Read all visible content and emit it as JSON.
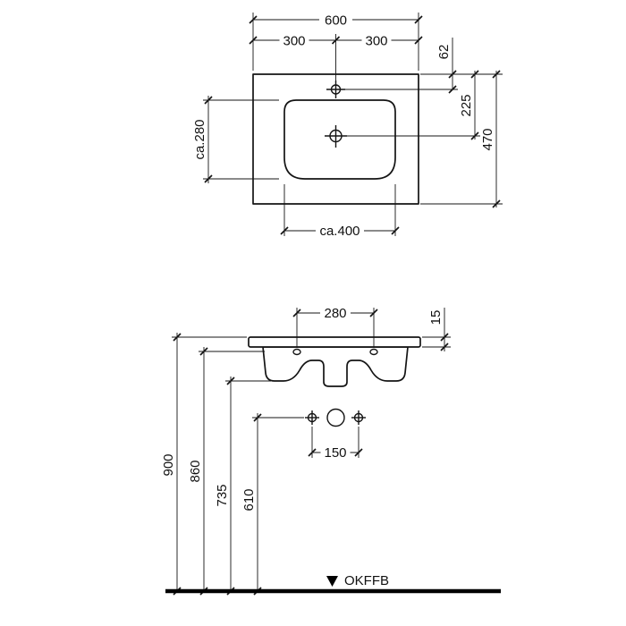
{
  "page": {
    "background": "#ffffff",
    "line_color": "#141414"
  },
  "top_view": {
    "dims": {
      "total_width": "600",
      "left_half": "300",
      "right_half": "300",
      "faucet_offset": "62",
      "drain_offset": "225",
      "total_depth": "470",
      "bowl_depth": "ca.280",
      "bowl_width": "ca.400"
    }
  },
  "front_view": {
    "dims": {
      "fixing_hole_spacing": "280",
      "rim_thickness": "15",
      "supply_spacing": "150",
      "rim_height": "900",
      "fixing_height": "860",
      "trap_height": "735",
      "supply_height": "610"
    },
    "floor_label": "OKFFB"
  }
}
